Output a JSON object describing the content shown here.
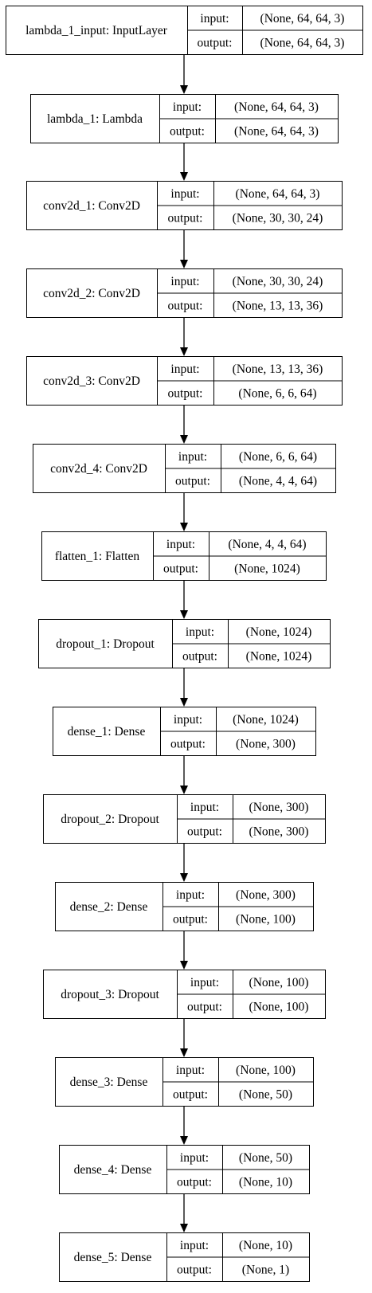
{
  "diagram": {
    "type": "model-graph",
    "port_labels": {
      "input": "input:",
      "output": "output:"
    },
    "nodes": [
      {
        "id": "lambda_1_input",
        "label": "lambda_1_input: InputLayer",
        "input": "(None, 64, 64, 3)",
        "output": "(None, 64, 64, 3)"
      },
      {
        "id": "lambda_1",
        "label": "lambda_1: Lambda",
        "input": "(None, 64, 64, 3)",
        "output": "(None, 64, 64, 3)"
      },
      {
        "id": "conv2d_1",
        "label": "conv2d_1: Conv2D",
        "input": "(None, 64, 64, 3)",
        "output": "(None, 30, 30, 24)"
      },
      {
        "id": "conv2d_2",
        "label": "conv2d_2: Conv2D",
        "input": "(None, 30, 30, 24)",
        "output": "(None, 13, 13, 36)"
      },
      {
        "id": "conv2d_3",
        "label": "conv2d_3: Conv2D",
        "input": "(None, 13, 13, 36)",
        "output": "(None, 6, 6, 64)"
      },
      {
        "id": "conv2d_4",
        "label": "conv2d_4: Conv2D",
        "input": "(None, 6, 6, 64)",
        "output": "(None, 4, 4, 64)"
      },
      {
        "id": "flatten_1",
        "label": "flatten_1: Flatten",
        "input": "(None, 4, 4, 64)",
        "output": "(None, 1024)"
      },
      {
        "id": "dropout_1",
        "label": "dropout_1: Dropout",
        "input": "(None, 1024)",
        "output": "(None, 1024)"
      },
      {
        "id": "dense_1",
        "label": "dense_1: Dense",
        "input": "(None, 1024)",
        "output": "(None, 300)"
      },
      {
        "id": "dropout_2",
        "label": "dropout_2: Dropout",
        "input": "(None, 300)",
        "output": "(None, 300)"
      },
      {
        "id": "dense_2",
        "label": "dense_2: Dense",
        "input": "(None, 300)",
        "output": "(None, 100)"
      },
      {
        "id": "dropout_3",
        "label": "dropout_3: Dropout",
        "input": "(None, 100)",
        "output": "(None, 100)"
      },
      {
        "id": "dense_3",
        "label": "dense_3: Dense",
        "input": "(None, 100)",
        "output": "(None, 50)"
      },
      {
        "id": "dense_4",
        "label": "dense_4: Dense",
        "input": "(None, 50)",
        "output": "(None, 10)"
      },
      {
        "id": "dense_5",
        "label": "dense_5: Dense",
        "input": "(None, 10)",
        "output": "(None, 1)"
      }
    ],
    "edges": [
      [
        "lambda_1_input",
        "lambda_1"
      ],
      [
        "lambda_1",
        "conv2d_1"
      ],
      [
        "conv2d_1",
        "conv2d_2"
      ],
      [
        "conv2d_2",
        "conv2d_3"
      ],
      [
        "conv2d_3",
        "conv2d_4"
      ],
      [
        "conv2d_4",
        "flatten_1"
      ],
      [
        "flatten_1",
        "dropout_1"
      ],
      [
        "dropout_1",
        "dense_1"
      ],
      [
        "dense_1",
        "dropout_2"
      ],
      [
        "dropout_2",
        "dense_2"
      ],
      [
        "dense_2",
        "dropout_3"
      ],
      [
        "dropout_3",
        "dense_3"
      ],
      [
        "dense_3",
        "dense_4"
      ],
      [
        "dense_4",
        "dense_5"
      ]
    ]
  }
}
